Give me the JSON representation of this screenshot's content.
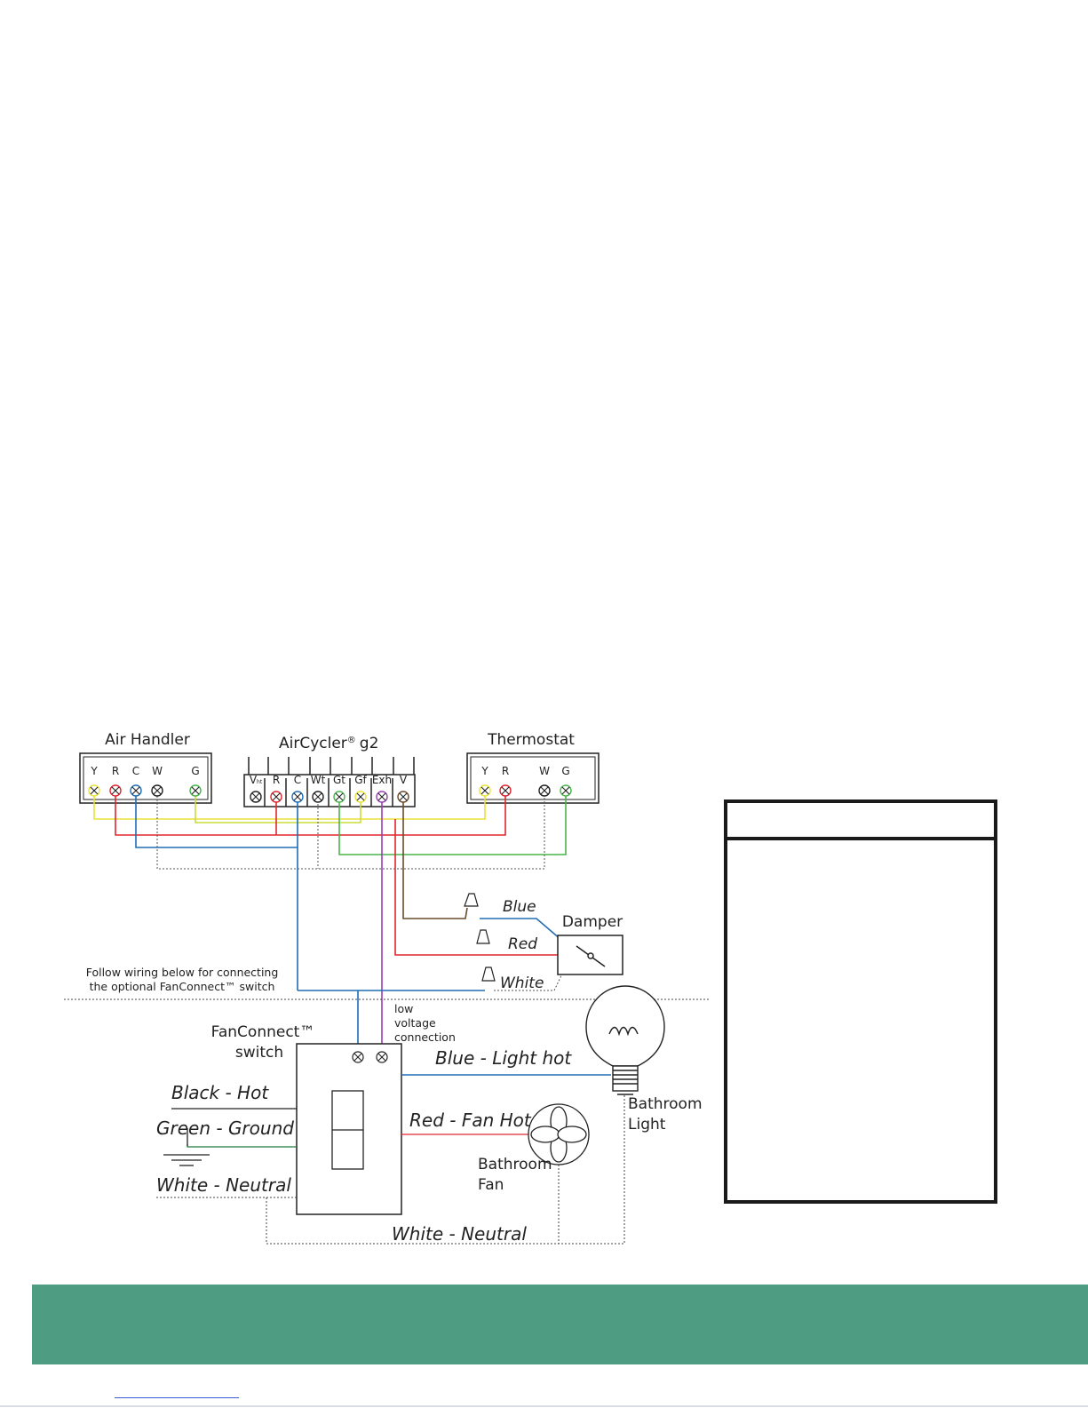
{
  "air_handler": {
    "title": "Air Handler",
    "terminals": [
      "Y",
      "R",
      "C",
      "W",
      "G"
    ]
  },
  "aircycler": {
    "title": "AirCycler",
    "reg": "®",
    "model": "g2",
    "terminals": [
      "V",
      "R",
      "C",
      "Wt",
      "Gt",
      "Gf",
      "Exh",
      "V"
    ],
    "v_sub": "ht"
  },
  "thermostat": {
    "title": "Thermostat",
    "terminals": [
      "Y",
      "R",
      "W",
      "G"
    ]
  },
  "damper": {
    "title": "Damper",
    "wires": [
      "Blue",
      "Red",
      "White"
    ]
  },
  "notes": {
    "follow_line1": "Follow wiring below for connecting",
    "follow_line2": "the optional FanConnect™ switch",
    "low_voltage": [
      "low",
      "voltage",
      "connection"
    ]
  },
  "fanconnect": {
    "title_line1": "FanConnect™",
    "title_line2": "switch",
    "black_hot": "Black - Hot",
    "green_ground": "Green  - Ground",
    "white_neutral": "White  - Neutral",
    "blue_light_hot": "Blue - Light hot",
    "red_fan_hot": "Red - Fan Hot",
    "white_neutral_bottom": "White  - Neutral"
  },
  "bathroom": {
    "light_line1": "Bathroom",
    "light_line2": "Light",
    "fan_line1": "Bathroom",
    "fan_line2": "Fan"
  },
  "colors": {
    "yellow": "#e8e23a",
    "red": "#e0262d",
    "blue": "#1f6db5",
    "green": "#48b54a",
    "brown": "#6b4a2b",
    "purple": "#9b3fb5",
    "footer": "#4e9c82"
  }
}
